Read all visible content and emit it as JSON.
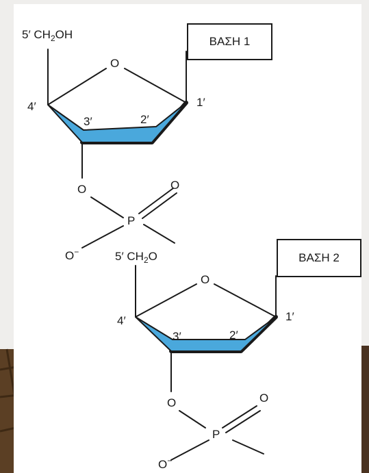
{
  "colors": {
    "sugar_bottom_edge": "#4aa8dc",
    "line": "#1a1a1a",
    "page_background": "#efeeec"
  },
  "nucleotide_1": {
    "c5_label": "5′",
    "ch2_label": "CH",
    "ch2_subscript": "2",
    "oh_label": "OH",
    "ring_oxygen": "O",
    "c4_label": "4′",
    "c3_label": "3′",
    "c2_label": "2′",
    "c1_label": "1′",
    "base_label": "ΒΑΣΗ   1"
  },
  "phosphate_1": {
    "ester_oxygen_3": "O",
    "double_bond_oxygen": "O",
    "phosphorus": "P",
    "anion_oxygen": "O",
    "anion_charge": "−",
    "ester_oxygen_5": "O"
  },
  "nucleotide_2": {
    "c5_label": "5′",
    "ch2_label": "CH",
    "ch2_subscript": "2",
    "ring_oxygen": "O",
    "c4_label": "4′",
    "c3_label": "3′",
    "c2_label": "2′",
    "c1_label": "1′",
    "base_label": "ΒΑΣΗ   2"
  },
  "phosphate_2": {
    "ester_oxygen_3": "O",
    "double_bond_oxygen": "O",
    "phosphorus": "P",
    "anion_oxygen": "O",
    "anion_charge": "−"
  }
}
